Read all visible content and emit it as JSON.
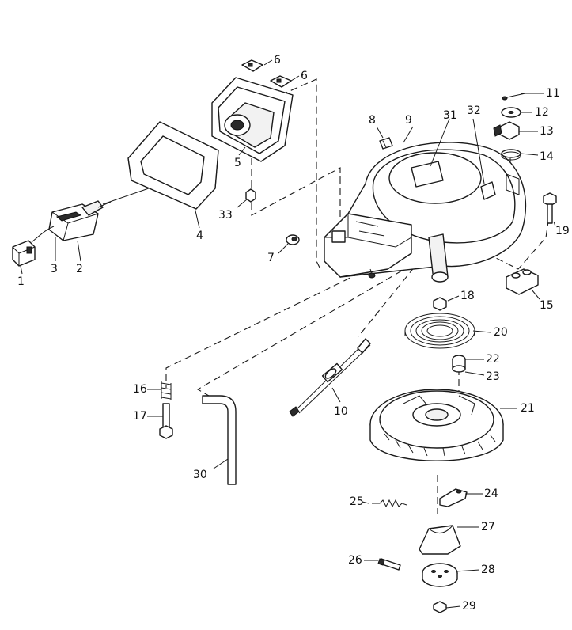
{
  "diagram": {
    "callouts": [
      {
        "id": "c1",
        "text": "1"
      },
      {
        "id": "c2",
        "text": "2"
      },
      {
        "id": "c3",
        "text": "3"
      },
      {
        "id": "c4",
        "text": "4"
      },
      {
        "id": "c5",
        "text": "5"
      },
      {
        "id": "c6a",
        "text": "6"
      },
      {
        "id": "c6b",
        "text": "6"
      },
      {
        "id": "c7",
        "text": "7"
      },
      {
        "id": "c8",
        "text": "8"
      },
      {
        "id": "c9",
        "text": "9"
      },
      {
        "id": "c10",
        "text": "10"
      },
      {
        "id": "c11",
        "text": "11"
      },
      {
        "id": "c12",
        "text": "12"
      },
      {
        "id": "c13",
        "text": "13"
      },
      {
        "id": "c14",
        "text": "14"
      },
      {
        "id": "c15",
        "text": "15"
      },
      {
        "id": "c16",
        "text": "16"
      },
      {
        "id": "c17",
        "text": "17"
      },
      {
        "id": "c18",
        "text": "18"
      },
      {
        "id": "c19",
        "text": "19"
      },
      {
        "id": "c20",
        "text": "20"
      },
      {
        "id": "c21",
        "text": "21"
      },
      {
        "id": "c22",
        "text": "22"
      },
      {
        "id": "c23",
        "text": "23"
      },
      {
        "id": "c24",
        "text": "24"
      },
      {
        "id": "c25",
        "text": "25"
      },
      {
        "id": "c26",
        "text": "26"
      },
      {
        "id": "c27",
        "text": "27"
      },
      {
        "id": "c28",
        "text": "28"
      },
      {
        "id": "c29",
        "text": "29"
      },
      {
        "id": "c30",
        "text": "30"
      },
      {
        "id": "c31",
        "text": "31"
      },
      {
        "id": "c32",
        "text": "32"
      },
      {
        "id": "c33",
        "text": "33"
      }
    ]
  }
}
